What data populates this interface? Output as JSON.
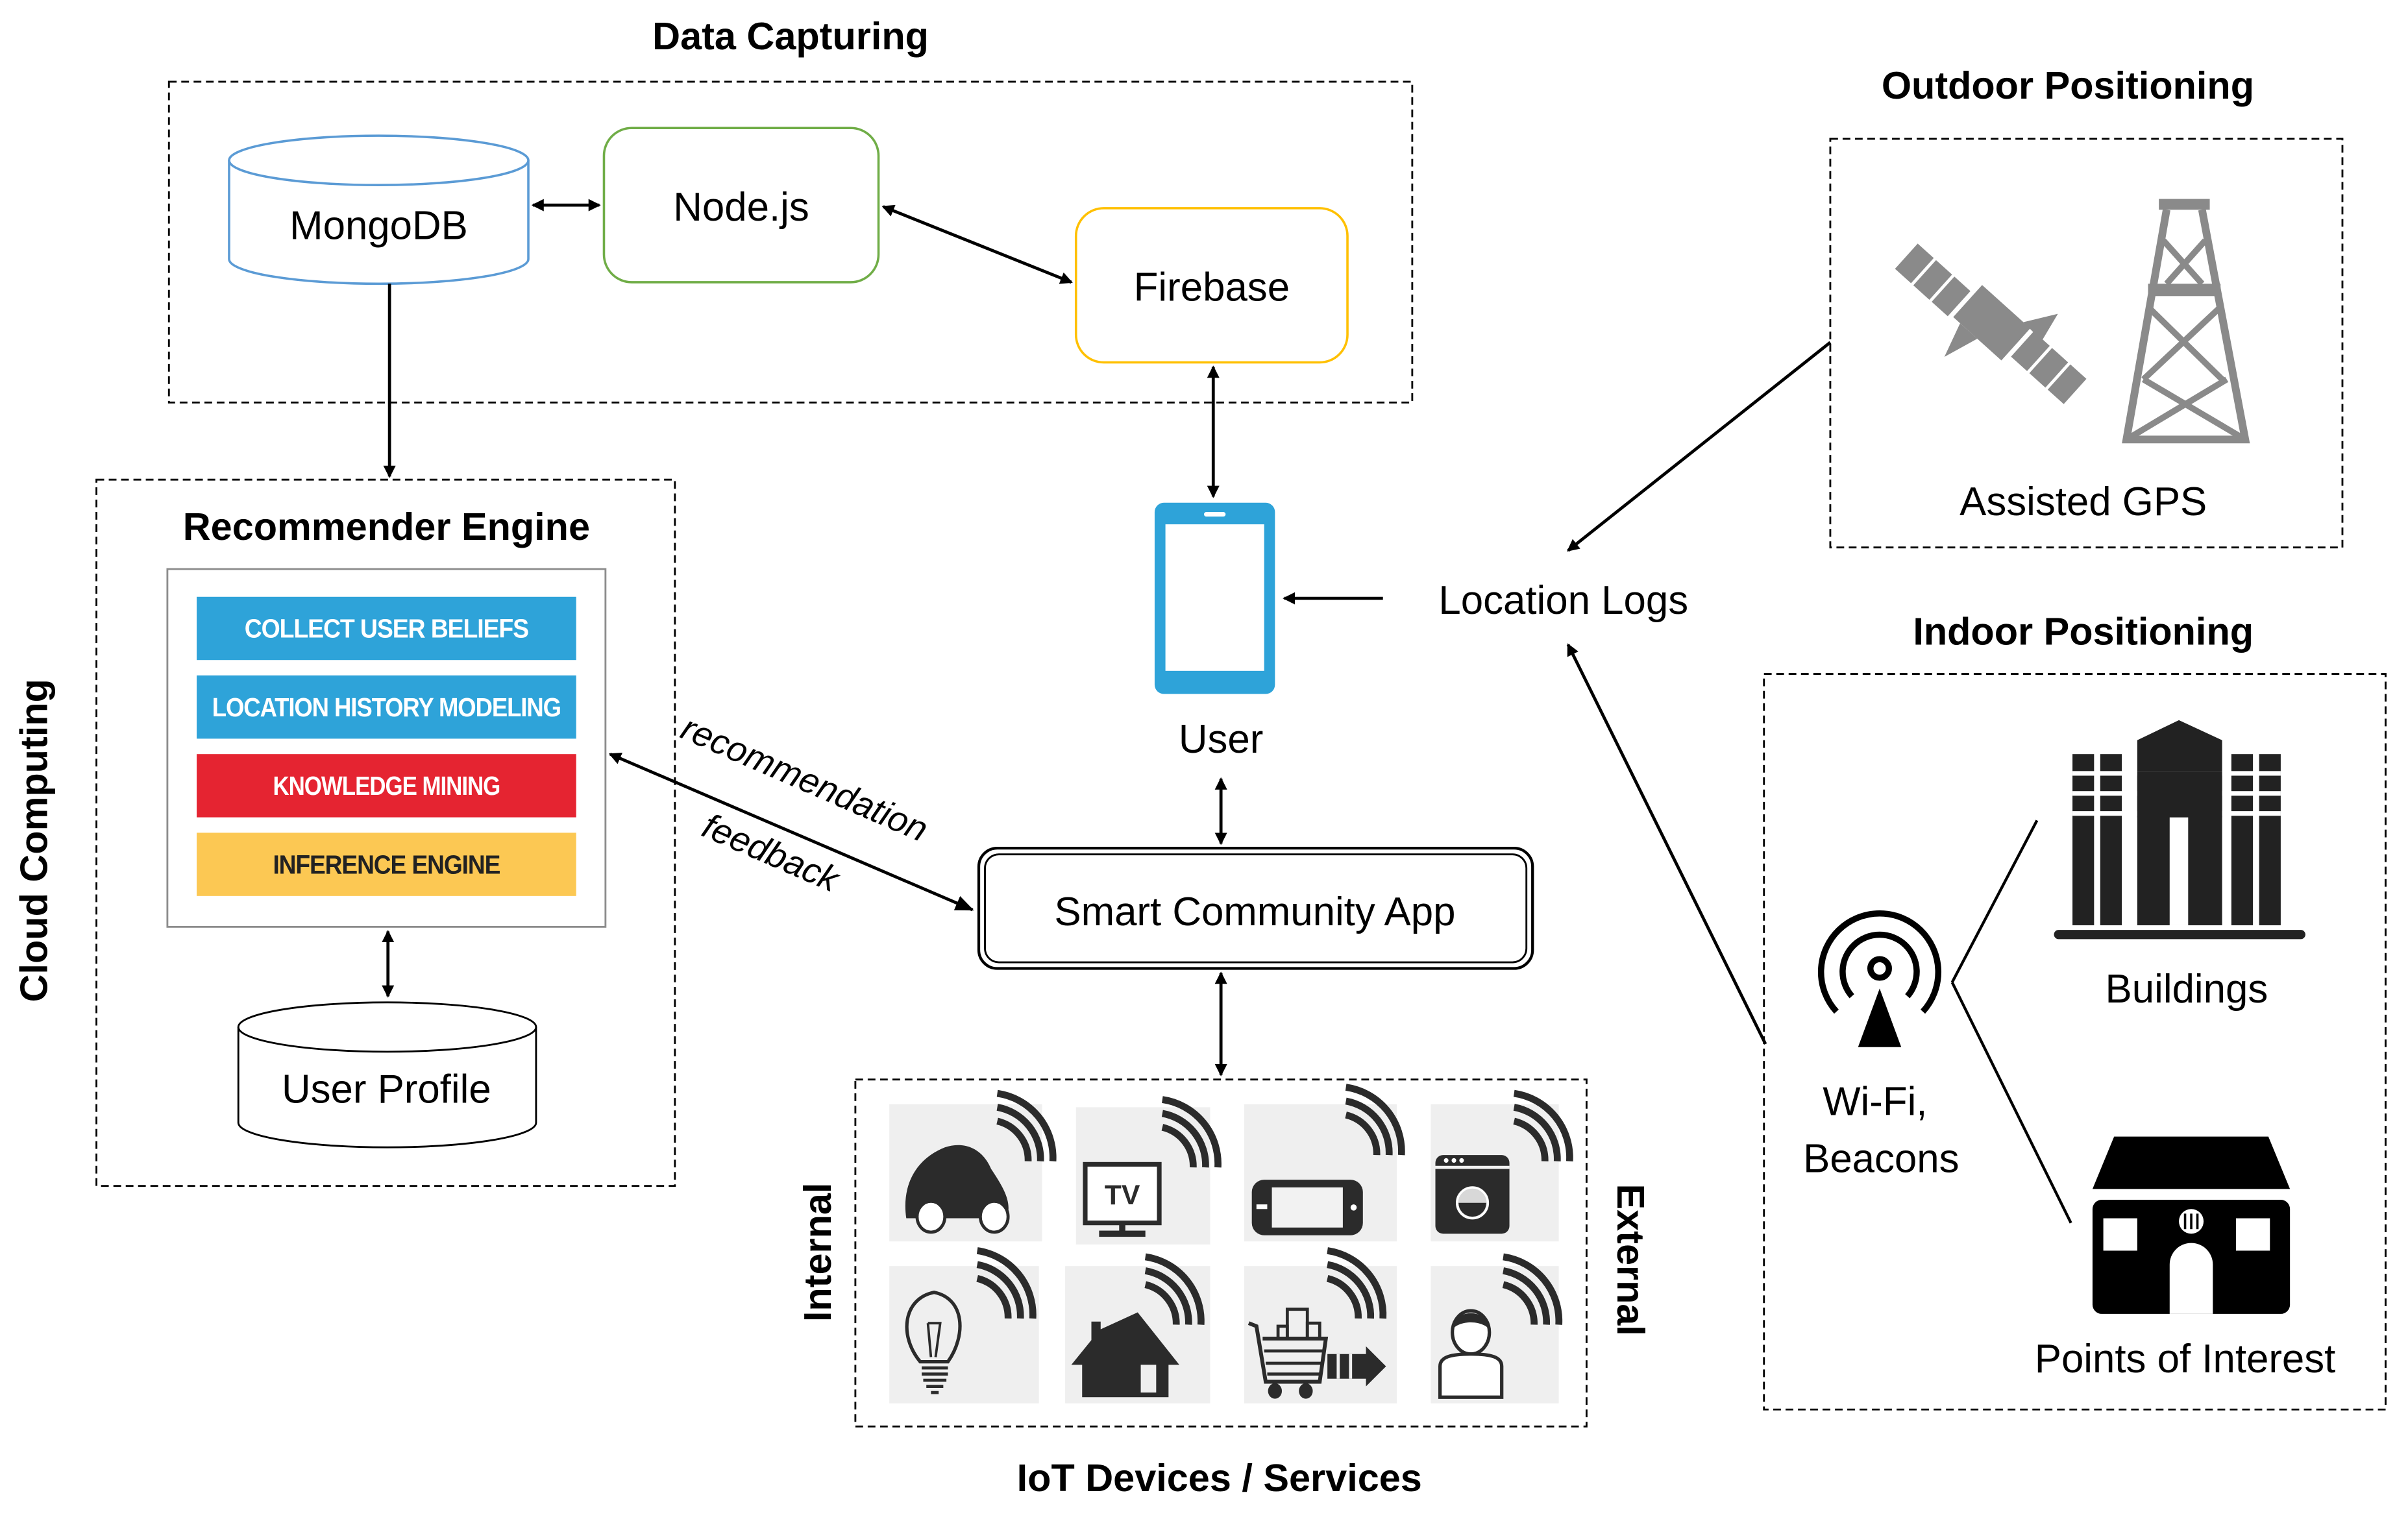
{
  "sections": {
    "data_capturing": {
      "title": "Data Capturing",
      "nodes": {
        "mongodb": "MongoDB",
        "nodejs": "Node.js",
        "firebase": "Firebase"
      }
    },
    "cloud_computing": {
      "label": "Cloud Computing"
    },
    "recommender_engine": {
      "title": "Recommender Engine",
      "layers": [
        {
          "label": "COLLECT USER BELIEFS",
          "color": "#2ea3d9",
          "text_color": "#ffffff"
        },
        {
          "label": "LOCATION HISTORY MODELING",
          "color": "#2ea3d9",
          "text_color": "#ffffff"
        },
        {
          "label": "KNOWLEDGE MINING",
          "color": "#e52431",
          "text_color": "#ffffff"
        },
        {
          "label": "INFERENCE ENGINE",
          "color": "#fcc853",
          "text_color": "#222222"
        }
      ],
      "user_profile": "User Profile"
    },
    "user": {
      "label": "User",
      "phone_color": "#2ea3d9"
    },
    "location_logs": "Location Logs",
    "edge_labels": {
      "recommendation": "recommendation",
      "feedback": "feedback"
    },
    "smart_community_app": "Smart Community App",
    "iot": {
      "title": "IoT Devices / Services",
      "internal_label": "Internal",
      "external_label": "External",
      "devices": [
        "car",
        "tv",
        "game-console",
        "washing-machine",
        "light-bulb",
        "house",
        "shopping-cart",
        "person"
      ],
      "tv_text": "TV"
    },
    "outdoor_positioning": {
      "title": "Outdoor Positioning",
      "label": "Assisted GPS"
    },
    "indoor_positioning": {
      "title": "Indoor Positioning",
      "beacon_label_line1": "Wi-Fi,",
      "beacon_label_line2": "Beacons",
      "buildings": "Buildings",
      "poi": "Points of Interest"
    }
  },
  "colors": {
    "mongodb_border": "#5b9bd5",
    "nodejs_border": "#70ad47",
    "firebase_border": "#ffc000"
  }
}
